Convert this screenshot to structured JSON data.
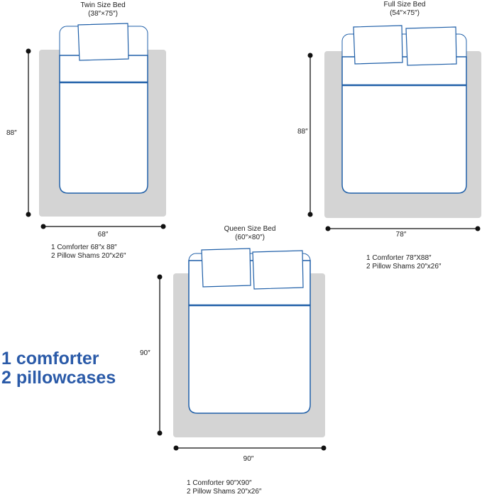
{
  "beds": {
    "twin": {
      "title": "Twin Size Bed",
      "size": "(38″×75″)",
      "height_label": "88″",
      "width_label": "68″",
      "comforter": "1 Comforter 68″x 88″",
      "shams": "2 Pillow Shams 20″x26″"
    },
    "full": {
      "title": "Full Size Bed",
      "size": "(54″×75″)",
      "height_label": "88″",
      "width_label": "78″",
      "comforter": "1 Comforter  78″X88″",
      "shams": "2 Pillow Shams 20″x26″"
    },
    "queen": {
      "title": "Queen Size Bed",
      "size": "(60″×80″)",
      "height_label": "90″",
      "width_label": "90″",
      "comforter": "1 Comforter  90″X90″",
      "shams": "2 Pillow Shams 20″x26″"
    }
  },
  "summary": {
    "line1": "1  comforter",
    "line2": "2  pillowcases"
  },
  "colors": {
    "accent": "#2a5aa8",
    "rug": "#d4d4d4",
    "outline": "#1f5fa8"
  }
}
